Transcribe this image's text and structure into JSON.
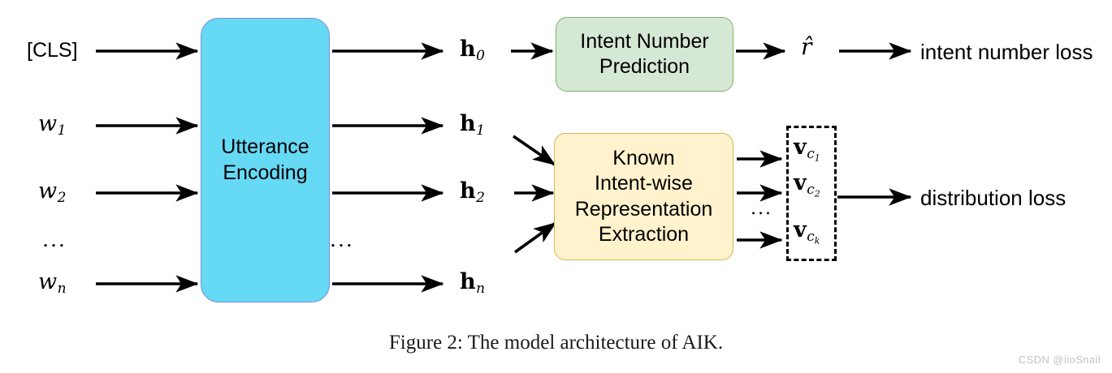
{
  "figure": {
    "caption": "Figure 2: The model architecture of AIK.",
    "watermark": "CSDN @iioSnail"
  },
  "inputs": {
    "title": "token inputs",
    "items": [
      {
        "label": "[CLS]",
        "kind": "text"
      },
      {
        "label": "w",
        "sub": "1",
        "kind": "math"
      },
      {
        "label": "w",
        "sub": "2",
        "kind": "math"
      },
      {
        "label": "...",
        "kind": "ellipsis"
      },
      {
        "label": "w",
        "sub": "n",
        "kind": "math"
      }
    ]
  },
  "encoder": {
    "label_line1": "Utterance",
    "label_line2": "Encoding",
    "fill": "#66D9F5",
    "stroke": "#7B8CD6"
  },
  "hidden_states": {
    "items": [
      {
        "label": "h",
        "sub": "0"
      },
      {
        "label": "h",
        "sub": "1"
      },
      {
        "label": "h",
        "sub": "2"
      },
      {
        "label": "...",
        "kind": "ellipsis"
      },
      {
        "label": "h",
        "sub": "n"
      }
    ]
  },
  "modules": [
    {
      "id": "intent-number-prediction",
      "line1": "Intent Number",
      "line2": "Prediction",
      "fill": "#D5E8D4",
      "stroke": "#82B366"
    },
    {
      "id": "known-intent-wise-representation-extraction",
      "line1": "Known",
      "line2": "Intent-wise",
      "line3": "Representation",
      "line4": "Extraction",
      "fill": "#FFF2CC",
      "stroke": "#D6B656"
    }
  ],
  "outputs": {
    "r_hat": "r̂",
    "r_hat_base": "r",
    "vectors": [
      {
        "label": "v",
        "sub": "c",
        "subsub": "1"
      },
      {
        "label": "v",
        "sub": "c",
        "subsub": "2"
      },
      {
        "label": "...",
        "kind": "ellipsis"
      },
      {
        "label": "v",
        "sub": "c",
        "subsub": "k"
      }
    ]
  },
  "losses": [
    {
      "id": "intent-number-loss",
      "label": "intent number loss"
    },
    {
      "id": "distribution-loss",
      "label": "distribution loss"
    }
  ],
  "colors": {
    "arrow": "#000000",
    "background": "#ffffff",
    "caption": "#1a1a1a",
    "watermark": "#c2c2c2"
  }
}
